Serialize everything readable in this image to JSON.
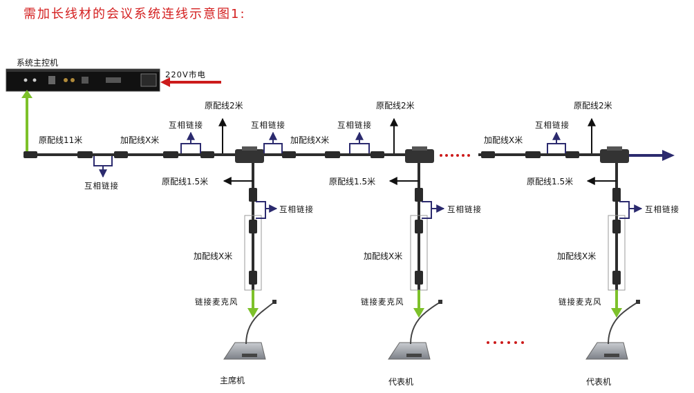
{
  "title": "需加长线材的会议系统连线示意图1:",
  "labels": {
    "controller": "系统主控机",
    "power": "220V市电",
    "orig_11m": "原配线11米",
    "extend_xm": "加配线X米",
    "interlink": "互相链接",
    "orig_2m": "原配线2米",
    "orig_1_5m": "原配线1.5米",
    "link_mic": "链接麦克风",
    "chairman": "主席机",
    "delegate": "代表机"
  },
  "colors": {
    "title": "#d42020",
    "green_arrow": "#7dc12a",
    "red_arrow": "#cc1b1b",
    "link_bracket": "#2b2a6e",
    "cable": "#2d2d2d",
    "dots": "#cc1b1b"
  }
}
